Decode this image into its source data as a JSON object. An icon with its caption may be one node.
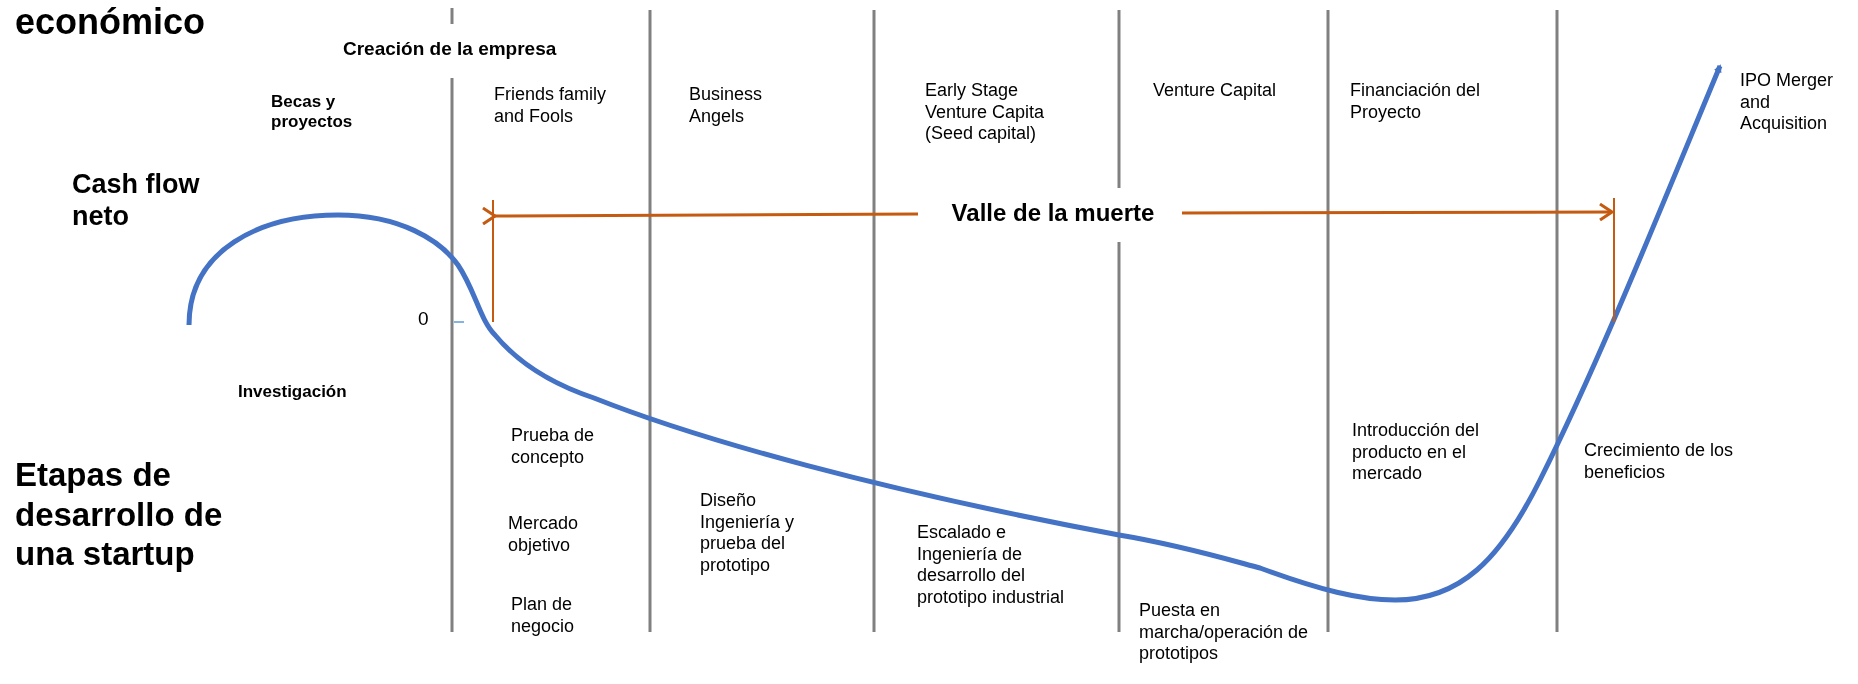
{
  "diagram": {
    "labels": [
      "económico",
      "Creación de la empresa",
      "Becas y proyectos",
      "Friends family and Fools",
      "Business Angels",
      "Early Stage Venture Capita (Seed capital)",
      "Venture Capital",
      "Financiación del Proyecto",
      "IPO Merger and Acquisition",
      "Cash flow neto",
      "Valle de la muerte",
      "0",
      "Investigación",
      "Prueba de concepto",
      "Mercado objetivo",
      "Plan de negocio",
      "Etapas de desarrollo de una startup",
      "Diseño Ingeniería y prueba del prototipo",
      "Escalado e Ingeniería de desarrollo del prototipo industrial",
      "Puesta en marcha/operación de prototipos",
      "Introducción del producto en el mercado",
      "Crecimiento de los beneficios"
    ]
  }
}
